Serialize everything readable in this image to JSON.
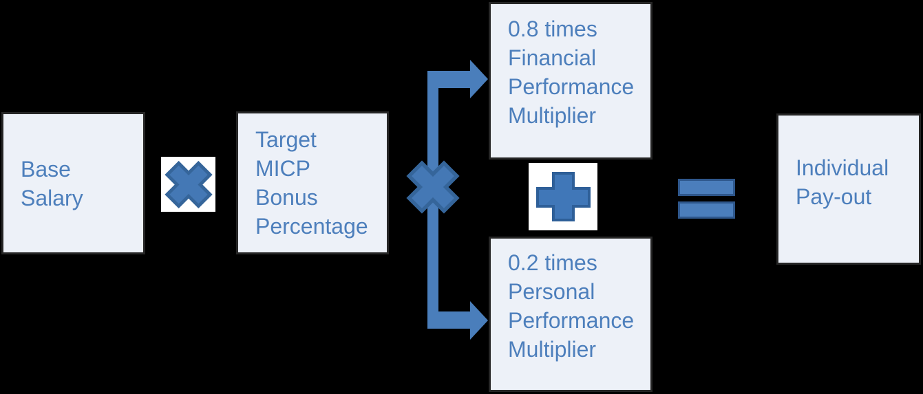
{
  "colors": {
    "background": "#000000",
    "box_fill": "#edf1f8",
    "box_border": "#262626",
    "text_blue": "#4d7fbc",
    "shape_fill": "#4478b5",
    "shape_stroke": "#35659a",
    "arrow_blue": "#4a7ebb",
    "operator_backing": "#ffffff"
  },
  "diagram": {
    "boxes": [
      {
        "id": "base-salary",
        "lines": [
          "Base",
          "Salary"
        ]
      },
      {
        "id": "target-micp-bonus-percentage",
        "lines": [
          "Target",
          "MICP",
          "Bonus",
          "Percentage"
        ]
      },
      {
        "id": "financial-performance-multiplier",
        "lines": [
          "0.8 times",
          "Financial",
          "Performance",
          "Multiplier"
        ]
      },
      {
        "id": "personal-performance-multiplier",
        "lines": [
          "0.2 times",
          "Personal",
          "Performance",
          "Multiplier"
        ]
      },
      {
        "id": "individual-payout",
        "lines": [
          "Individual",
          "Pay-out"
        ]
      }
    ],
    "operators": {
      "multiply_1": {
        "name": "multiply",
        "glyph": "✕"
      },
      "multiply_2": {
        "name": "multiply",
        "glyph": "✕"
      },
      "plus": {
        "name": "plus",
        "glyph": "+"
      },
      "equals": {
        "name": "equals",
        "glyph": "="
      }
    },
    "connectors": [
      {
        "id": "branch-to-financial",
        "type": "elbow-arrow",
        "direction": "up-right"
      },
      {
        "id": "branch-to-personal",
        "type": "elbow-arrow",
        "direction": "down-right"
      }
    ]
  }
}
